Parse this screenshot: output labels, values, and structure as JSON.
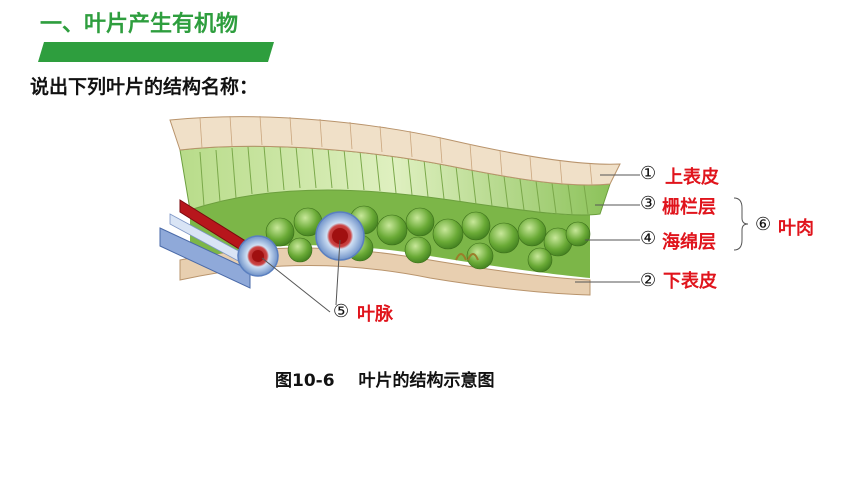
{
  "heading": "一、叶片产生有机物",
  "question": "说出下列叶片的结构名称：",
  "labels": {
    "upper_epidermis": {
      "num": "①",
      "text": "上表皮"
    },
    "lower_epidermis": {
      "num": "②",
      "text": "下表皮"
    },
    "palisade": {
      "num": "③",
      "text": "栅栏层"
    },
    "spongy": {
      "num": "④",
      "text": "海绵层"
    },
    "vein": {
      "num": "⑤",
      "text": "叶脉"
    },
    "mesophyll": {
      "num": "⑥",
      "text": "叶肉"
    }
  },
  "caption": {
    "fig": "图10-6",
    "text": "叶片的结构示意图"
  },
  "colors": {
    "heading": "#2e9e3e",
    "label": "#e0141c"
  }
}
